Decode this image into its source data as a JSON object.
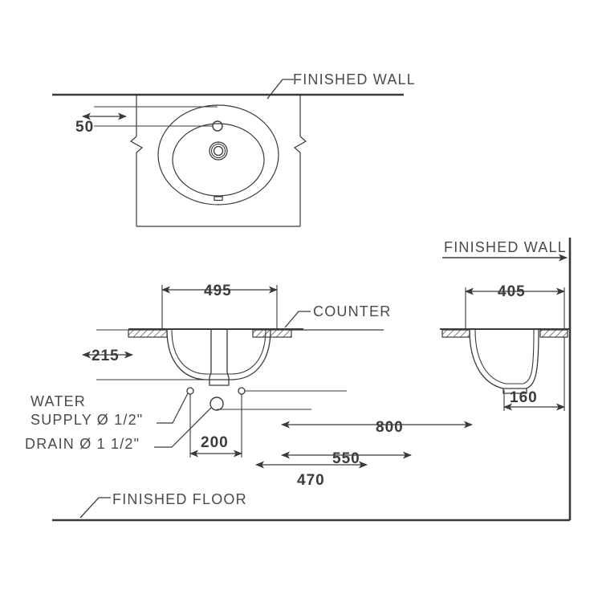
{
  "drawing": {
    "title": "Undercounter Lavatory Installation Drawing",
    "background_color": "#ffffff",
    "line_color": "#3a3a3a",
    "text_color": "#4a4a4a",
    "units": "mm"
  },
  "labels": {
    "finished_wall_top": "FINISHED  WALL",
    "finished_wall_right": "FINISHED  WALL",
    "counter": "COUNTER",
    "finished_floor": "FINISHED  FLOOR",
    "water_supply_line1": "WATER",
    "water_supply_line2": "SUPPLY Ø 1/2\"",
    "drain": "DRAIN Ø 1 1/2\""
  },
  "dimensions": {
    "plan_wall_to_faucet": "50",
    "front_bowl_width": "495",
    "front_bowl_depth": "215",
    "supply_spacing": "200",
    "drain_height": "470",
    "supply_height": "550",
    "counter_height": "800",
    "side_bowl_width": "405",
    "side_bowl_depth": "160"
  },
  "views": {
    "plan": "plan-view-top",
    "front_section": "front-section-view",
    "side_section": "side-section-view"
  }
}
